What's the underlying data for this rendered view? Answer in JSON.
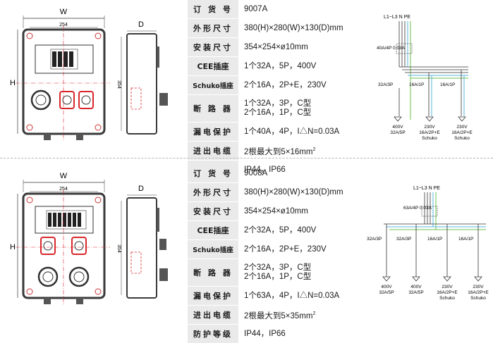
{
  "products": [
    {
      "drawing": {
        "width_label": "W",
        "height_label": "H",
        "depth_label": "D",
        "dim_254": "254",
        "dim_354": "354"
      },
      "specs": [
        {
          "label": "订 货 号",
          "value": "9007A"
        },
        {
          "label": "外形尺寸",
          "value": "380(H)×280(W)×130(D)mm"
        },
        {
          "label": "安装尺寸",
          "value": "354×254×ø10mm"
        },
        {
          "label": "CEE插座",
          "value": "1个32A，5P，400V"
        },
        {
          "label": "Schuko插座",
          "value": "2个16A，2P+E，230V"
        },
        {
          "label": "断 路 器",
          "value": "1个32A，3P，C型\n2个16A，1P，C型"
        },
        {
          "label": "漏电保护",
          "value": "1个40A，4P，I△N=0.03A"
        },
        {
          "label": "进出电缆",
          "value": "2根最大到5×16mm",
          "sup": "2"
        },
        {
          "label": "防护等级",
          "value": "IP44，IP66"
        }
      ],
      "schematic": {
        "supply": "L1~L3 N PE",
        "rcd": "40A/4P\n0.03A",
        "breakers": [
          "32A/3P",
          "16A/1P",
          "16A/1P"
        ],
        "outlets": [
          {
            "v": "400V",
            "r": "32A/5P",
            "t": ""
          },
          {
            "v": "230V",
            "r": "16A/2P+E",
            "t": "Schuko"
          },
          {
            "v": "230V",
            "r": "16A/2P+E",
            "t": "Schuko"
          }
        ]
      }
    },
    {
      "drawing": {
        "width_label": "W",
        "height_label": "H",
        "depth_label": "D",
        "dim_254": "254",
        "dim_354": "354"
      },
      "specs": [
        {
          "label": "订 货 号",
          "value": "9008A"
        },
        {
          "label": "外形尺寸",
          "value": "380(H)×280(W)×130(D)mm"
        },
        {
          "label": "安装尺寸",
          "value": "354×254×ø10mm"
        },
        {
          "label": "CEE插座",
          "value": "2个32A，5P，400V"
        },
        {
          "label": "Schuko插座",
          "value": "2个16A，2P+E，230V"
        },
        {
          "label": "断 路 器",
          "value": "2个32A，3P，C型\n2个16A，1P，C型"
        },
        {
          "label": "漏电保护",
          "value": "1个63A，4P，I△N=0.03A"
        },
        {
          "label": "进出电缆",
          "value": "2根最大到5×35mm",
          "sup": "2"
        },
        {
          "label": "防护等级",
          "value": "IP44，IP66"
        }
      ],
      "schematic": {
        "supply": "L1~L3 N PE",
        "rcd": "63A/4P\n0.03A",
        "breakers": [
          "32A/3P",
          "32A/3P",
          "16A/1P",
          "16A/1P"
        ],
        "outlets": [
          {
            "v": "400V",
            "r": "32A/5P",
            "t": ""
          },
          {
            "v": "400V",
            "r": "32A/5P",
            "t": ""
          },
          {
            "v": "230V",
            "r": "16A/2P+E",
            "t": "Schuko"
          },
          {
            "v": "230V",
            "r": "16A/2P+E",
            "t": "Schuko"
          }
        ]
      }
    }
  ],
  "colors": {
    "table_label_bg": "#eaeaea",
    "dim_red": "#d9262b",
    "wire_green": "#6cc14f",
    "wire_blue": "#58b4dd",
    "enclosure": "#3a3a3a"
  }
}
